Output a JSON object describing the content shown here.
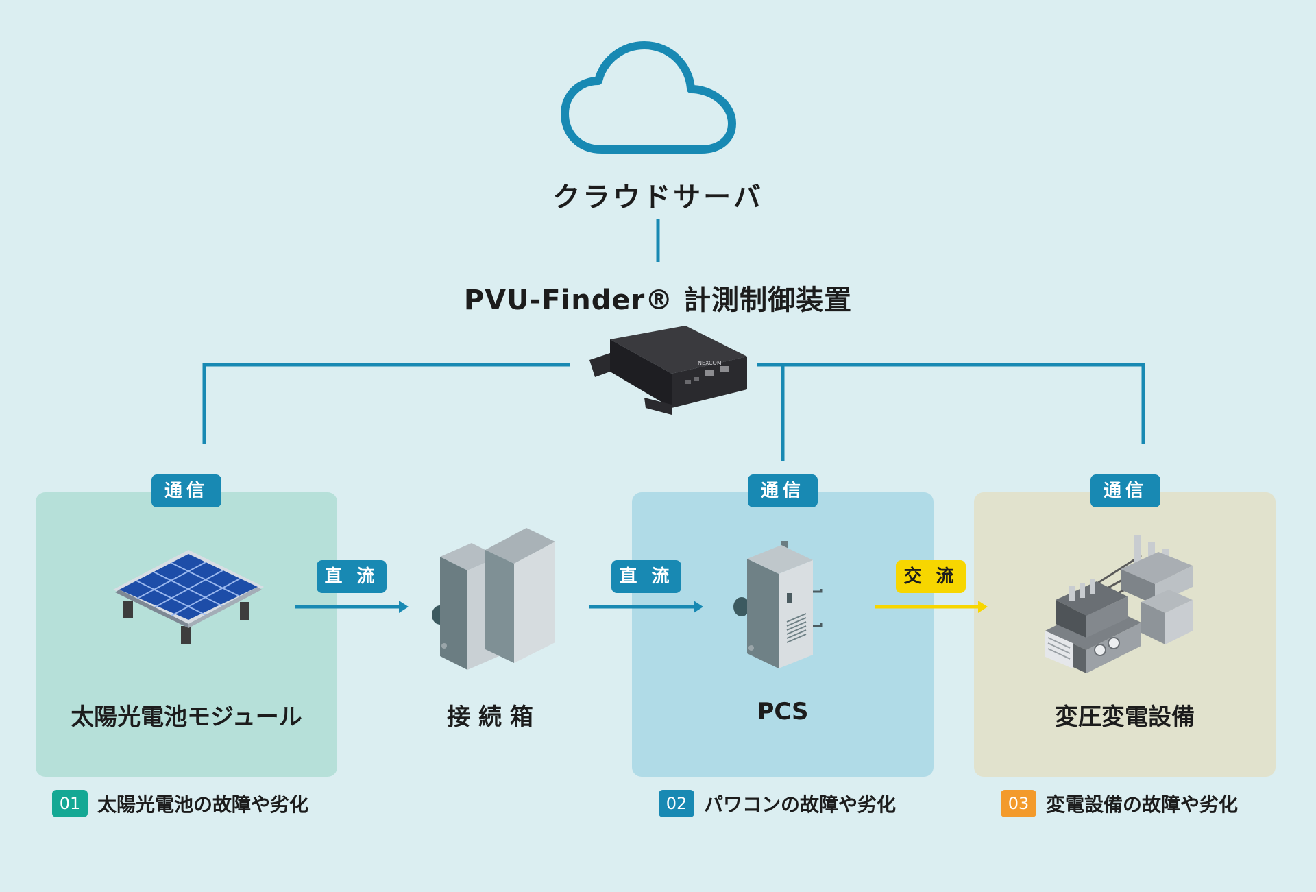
{
  "cloud": {
    "title": "クラウドサーバ",
    "icon": "cloud-icon"
  },
  "device": {
    "title": "PVU-Finder® 計測制御装置",
    "icon": "controller-device-icon"
  },
  "communication_label": "通信",
  "components": [
    {
      "label": "太陽光電池モジュール",
      "icon": "solar-panel-icon"
    },
    {
      "label": "接 続 箱",
      "icon": "junction-box-icon"
    },
    {
      "label": "PCS",
      "icon": "power-conditioner-icon"
    },
    {
      "label": "変圧変電設備",
      "icon": "substation-icon"
    }
  ],
  "flows": [
    {
      "label": "直 流",
      "color": "#1889b3"
    },
    {
      "label": "直 流",
      "color": "#1889b3"
    },
    {
      "label": "交 流",
      "color": "#f7d600"
    }
  ],
  "notes": [
    {
      "num": "01",
      "text": "太陽光電池の故障や劣化",
      "color": "#14a894"
    },
    {
      "num": "02",
      "text": "パワコンの故障や劣化",
      "color": "#1889b3"
    },
    {
      "num": "03",
      "text": "変電設備の故障や劣化",
      "color": "#f39a2b"
    }
  ],
  "colors": {
    "background": "#dbeef1",
    "line": "#1889b3",
    "ac_line": "#f7d600",
    "panel_solar": "#b6e0d9",
    "panel_pcs": "#b0dbe7",
    "panel_substation": "#e1e2cd"
  }
}
